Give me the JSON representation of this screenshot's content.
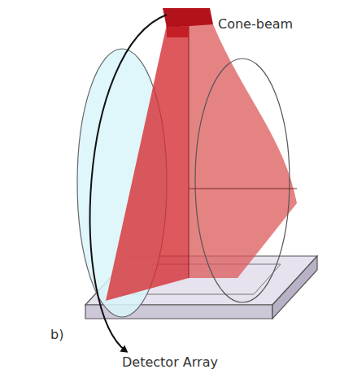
{
  "diagram": {
    "labels": [
      "Cone-beam",
      "b)",
      "Detector Array"
    ]
  }
}
